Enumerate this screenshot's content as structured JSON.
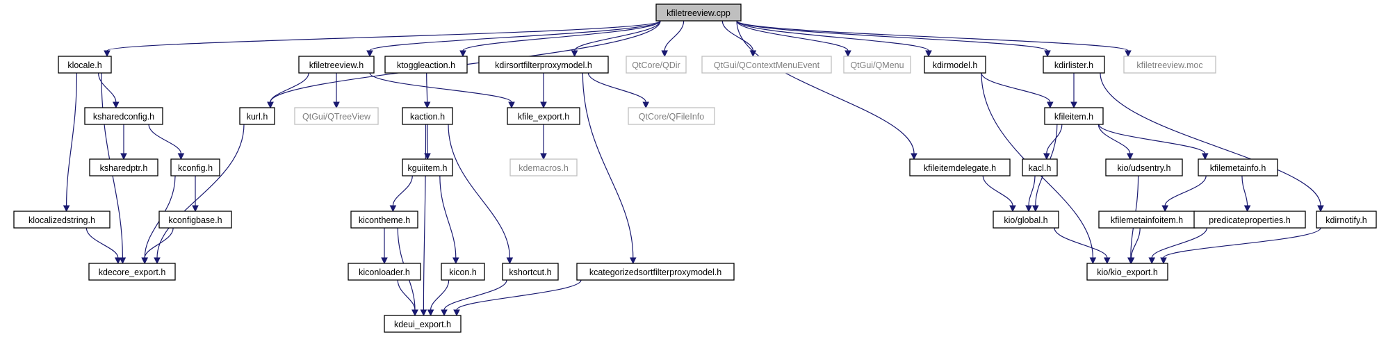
{
  "graph": {
    "nodes": [
      {
        "id": "kfiletreeview_cpp",
        "label": "kfiletreeview.cpp",
        "kind": "root"
      },
      {
        "id": "klocale_h",
        "label": "klocale.h",
        "kind": "doc"
      },
      {
        "id": "kfiletreeview_h",
        "label": "kfiletreeview.h",
        "kind": "doc"
      },
      {
        "id": "ktoggleaction_h",
        "label": "ktoggleaction.h",
        "kind": "doc"
      },
      {
        "id": "kdirsortfilterproxymodel_h",
        "label": "kdirsortfilterproxymodel.h",
        "kind": "doc"
      },
      {
        "id": "qt_qdir",
        "label": "QtCore/QDir",
        "kind": "ext"
      },
      {
        "id": "qt_qcontextmenuevent",
        "label": "QtGui/QContextMenuEvent",
        "kind": "ext"
      },
      {
        "id": "qt_qmenu",
        "label": "QtGui/QMenu",
        "kind": "ext"
      },
      {
        "id": "kdirmodel_h",
        "label": "kdirmodel.h",
        "kind": "doc"
      },
      {
        "id": "kdirlister_h",
        "label": "kdirlister.h",
        "kind": "doc"
      },
      {
        "id": "kfiletreeview_moc",
        "label": "kfiletreeview.moc",
        "kind": "ext"
      },
      {
        "id": "kurl_h",
        "label": "kurl.h",
        "kind": "doc"
      },
      {
        "id": "ksharedconfig_h",
        "label": "ksharedconfig.h",
        "kind": "doc"
      },
      {
        "id": "qt_qtreeview",
        "label": "QtGui/QTreeView",
        "kind": "ext"
      },
      {
        "id": "kaction_h",
        "label": "kaction.h",
        "kind": "doc"
      },
      {
        "id": "kfile_export_h",
        "label": "kfile_export.h",
        "kind": "doc"
      },
      {
        "id": "qt_qfileinfo",
        "label": "QtCore/QFileInfo",
        "kind": "ext"
      },
      {
        "id": "kfileitem_h",
        "label": "kfileitem.h",
        "kind": "doc"
      },
      {
        "id": "ksharedptr_h",
        "label": "ksharedptr.h",
        "kind": "doc"
      },
      {
        "id": "kconfig_h",
        "label": "kconfig.h",
        "kind": "doc"
      },
      {
        "id": "kguiitem_h",
        "label": "kguiitem.h",
        "kind": "doc"
      },
      {
        "id": "kdemacros_h",
        "label": "kdemacros.h",
        "kind": "ext"
      },
      {
        "id": "kfileitemdelegate_h",
        "label": "kfileitemdelegate.h",
        "kind": "doc"
      },
      {
        "id": "kacl_h",
        "label": "kacl.h",
        "kind": "doc"
      },
      {
        "id": "kio_udsentry_h",
        "label": "kio/udsentry.h",
        "kind": "doc"
      },
      {
        "id": "kfilemetainfo_h",
        "label": "kfilemetainfo.h",
        "kind": "doc"
      },
      {
        "id": "klocalizedstring_h",
        "label": "klocalizedstring.h",
        "kind": "doc"
      },
      {
        "id": "kconfigbase_h",
        "label": "kconfigbase.h",
        "kind": "doc"
      },
      {
        "id": "kicontheme_h",
        "label": "kicontheme.h",
        "kind": "doc"
      },
      {
        "id": "kio_global_h",
        "label": "kio/global.h",
        "kind": "doc"
      },
      {
        "id": "kfilemetainfoitem_h",
        "label": "kfilemetainfoitem.h",
        "kind": "doc"
      },
      {
        "id": "predicateproperties_h",
        "label": "predicateproperties.h",
        "kind": "doc"
      },
      {
        "id": "kdirnotify_h",
        "label": "kdirnotify.h",
        "kind": "doc"
      },
      {
        "id": "kdecore_export_h",
        "label": "kdecore_export.h",
        "kind": "doc"
      },
      {
        "id": "kiconloader_h",
        "label": "kiconloader.h",
        "kind": "doc"
      },
      {
        "id": "kicon_h",
        "label": "kicon.h",
        "kind": "doc"
      },
      {
        "id": "kshortcut_h",
        "label": "kshortcut.h",
        "kind": "doc"
      },
      {
        "id": "kcategorizedsortfilterproxymodel_h",
        "label": "kcategorizedsortfilterproxymodel.h",
        "kind": "doc"
      },
      {
        "id": "kio_kio_export_h",
        "label": "kio/kio_export.h",
        "kind": "doc"
      },
      {
        "id": "kdeui_export_h",
        "label": "kdeui_export.h",
        "kind": "doc"
      }
    ],
    "edges": [
      [
        "kfiletreeview_cpp",
        "klocale_h"
      ],
      [
        "kfiletreeview_cpp",
        "kfiletreeview_h"
      ],
      [
        "kfiletreeview_cpp",
        "ktoggleaction_h"
      ],
      [
        "kfiletreeview_cpp",
        "kdirsortfilterproxymodel_h"
      ],
      [
        "kfiletreeview_cpp",
        "qt_qdir"
      ],
      [
        "kfiletreeview_cpp",
        "qt_qcontextmenuevent"
      ],
      [
        "kfiletreeview_cpp",
        "qt_qmenu"
      ],
      [
        "kfiletreeview_cpp",
        "kdirmodel_h"
      ],
      [
        "kfiletreeview_cpp",
        "kdirlister_h"
      ],
      [
        "kfiletreeview_cpp",
        "kfiletreeview_moc"
      ],
      [
        "kfiletreeview_cpp",
        "kurl_h"
      ],
      [
        "kfiletreeview_cpp",
        "kfileitemdelegate_h"
      ],
      [
        "klocale_h",
        "ksharedconfig_h"
      ],
      [
        "klocale_h",
        "klocalizedstring_h"
      ],
      [
        "klocale_h",
        "kdecore_export_h"
      ],
      [
        "ksharedconfig_h",
        "ksharedptr_h"
      ],
      [
        "ksharedconfig_h",
        "kconfig_h"
      ],
      [
        "kconfig_h",
        "kconfigbase_h"
      ],
      [
        "kconfig_h",
        "kdecore_export_h"
      ],
      [
        "kconfigbase_h",
        "kdecore_export_h"
      ],
      [
        "klocalizedstring_h",
        "kdecore_export_h"
      ],
      [
        "kurl_h",
        "kdecore_export_h"
      ],
      [
        "kfiletreeview_h",
        "kurl_h"
      ],
      [
        "kfiletreeview_h",
        "qt_qtreeview"
      ],
      [
        "kfiletreeview_h",
        "kfile_export_h"
      ],
      [
        "ktoggleaction_h",
        "kaction_h"
      ],
      [
        "kaction_h",
        "kguiitem_h"
      ],
      [
        "kaction_h",
        "kshortcut_h"
      ],
      [
        "kaction_h",
        "kdeui_export_h"
      ],
      [
        "kguiitem_h",
        "kicontheme_h"
      ],
      [
        "kguiitem_h",
        "kicon_h"
      ],
      [
        "kicontheme_h",
        "kiconloader_h"
      ],
      [
        "kicontheme_h",
        "kdeui_export_h"
      ],
      [
        "kiconloader_h",
        "kdeui_export_h"
      ],
      [
        "kicon_h",
        "kdeui_export_h"
      ],
      [
        "kshortcut_h",
        "kdeui_export_h"
      ],
      [
        "kcategorizedsortfilterproxymodel_h",
        "kdeui_export_h"
      ],
      [
        "kdirsortfilterproxymodel_h",
        "kfile_export_h"
      ],
      [
        "kdirsortfilterproxymodel_h",
        "qt_qfileinfo"
      ],
      [
        "kdirsortfilterproxymodel_h",
        "kcategorizedsortfilterproxymodel_h"
      ],
      [
        "kfile_export_h",
        "kdemacros_h"
      ],
      [
        "kdirmodel_h",
        "kfileitem_h"
      ],
      [
        "kdirmodel_h",
        "kio_kio_export_h"
      ],
      [
        "kdirlister_h",
        "kfileitem_h"
      ],
      [
        "kdirlister_h",
        "kdirnotify_h"
      ],
      [
        "kfileitem_h",
        "kacl_h"
      ],
      [
        "kfileitem_h",
        "kio_global_h"
      ],
      [
        "kfileitem_h",
        "kio_udsentry_h"
      ],
      [
        "kfileitem_h",
        "kfilemetainfo_h"
      ],
      [
        "kfileitemdelegate_h",
        "kio_global_h"
      ],
      [
        "kacl_h",
        "kio_global_h"
      ],
      [
        "kio_udsentry_h",
        "kio_kio_export_h"
      ],
      [
        "kfilemetainfo_h",
        "kfilemetainfoitem_h"
      ],
      [
        "kfilemetainfo_h",
        "predicateproperties_h"
      ],
      [
        "kio_global_h",
        "kio_kio_export_h"
      ],
      [
        "kfilemetainfoitem_h",
        "kio_kio_export_h"
      ],
      [
        "predicateproperties_h",
        "kio_kio_export_h"
      ],
      [
        "kdirnotify_h",
        "kio_kio_export_h"
      ]
    ]
  }
}
